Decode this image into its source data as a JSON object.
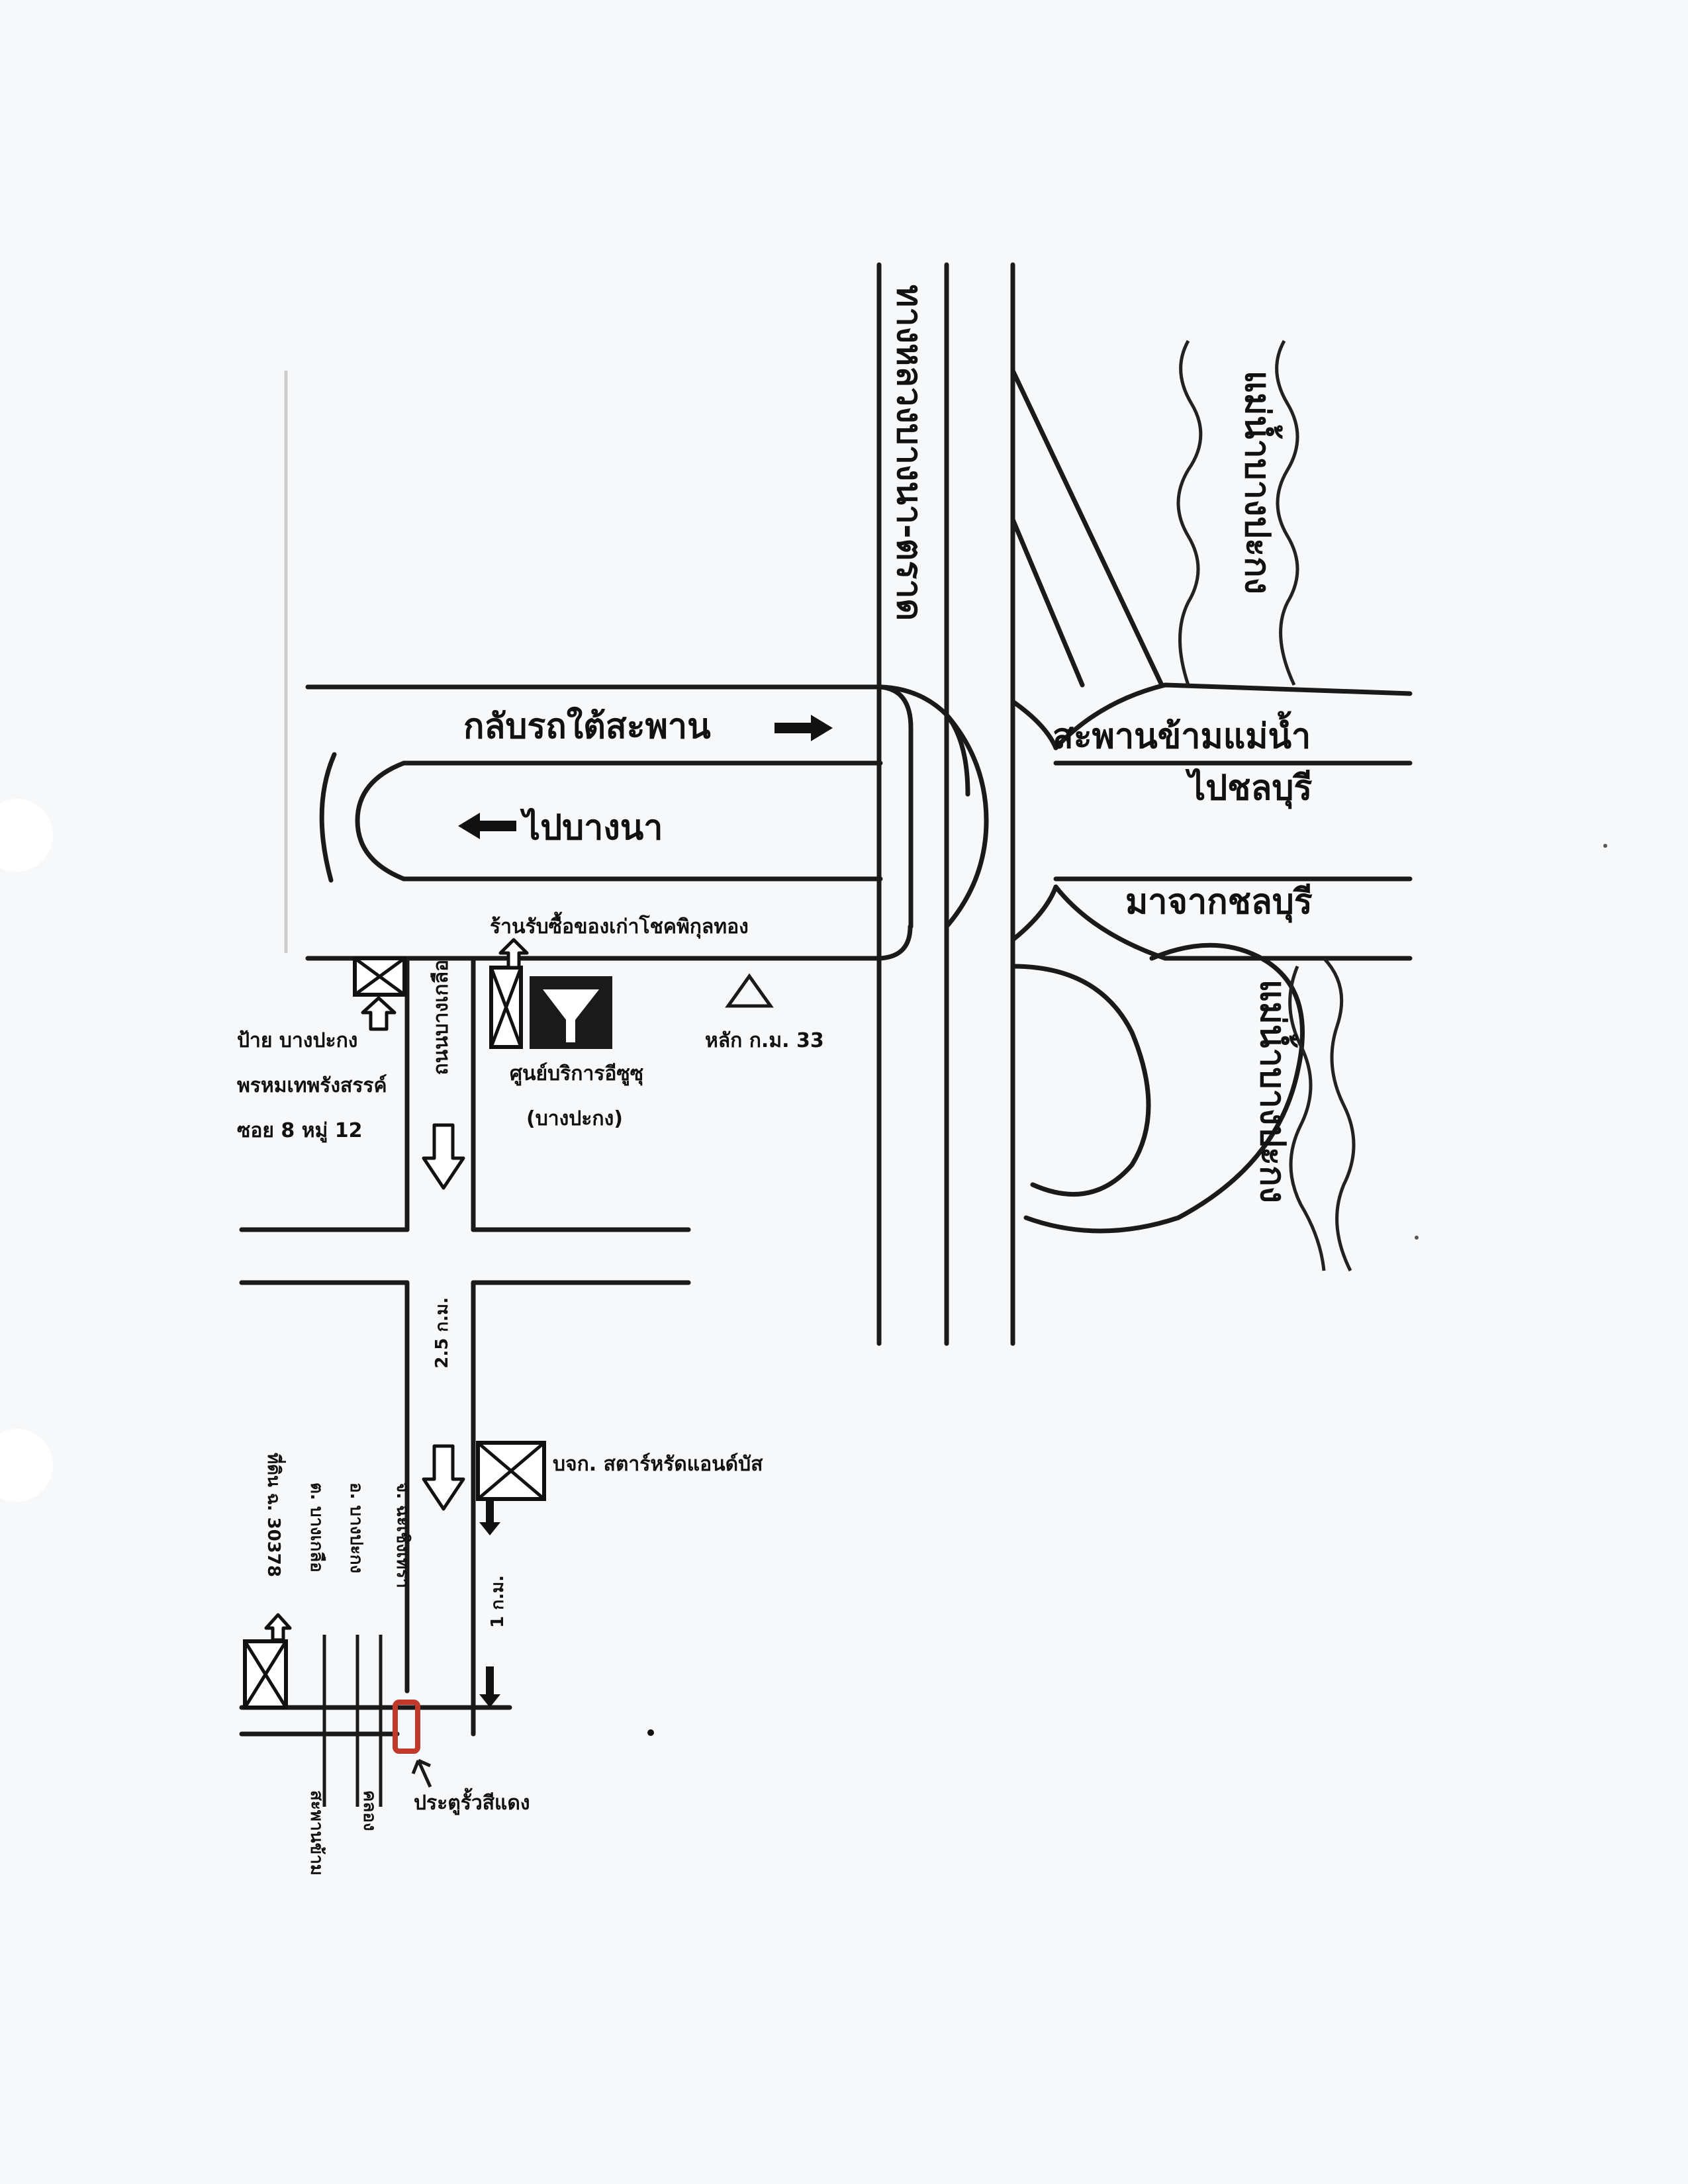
{
  "labels": {
    "highway_vertical": "ทางหลวงบางนา-ตราด",
    "river_top": "แม่น้ำบางปะกง",
    "river_bottom": "แม่น้ำบางปะกง",
    "u_turn_under_bridge": "กลับรถใต้สะพาน",
    "to_bangna": "ไปบางนา",
    "bridge_crossing": "สะพานข้ามแม่น้ำ",
    "to_chonburi": "ไปชลบุรี",
    "from_chonburi": "มาจากชลบุรี",
    "antique_shop": "ร้านรับซื้อของเก่าโชคพิกุลทอง",
    "km_marker": "หลัก ก.ม. 33",
    "service_center": "ศูนย์บริการอีซูซุ",
    "service_center_branch": "(บางปะกง)",
    "sign_line1": "ป้าย บางปะกง",
    "sign_line2": "พรหมเทพรังสรรค์",
    "sign_line3": "ซอย 8 หมู่ 12",
    "road_bangkluea": "ถนนบางเกลือ",
    "distance_1": "2.5 ก.ม.",
    "star_company": "บจก. สตาร์หรัดแอนด์บัส",
    "distance_2": "1 ก.ม.",
    "deed_number": "ที่ดิน ฉ. 30378",
    "tambon": "ต. บางเกลือ",
    "amphoe": "อ. บางปะกง",
    "changwat": "จ. ฉะเชิงเทรา",
    "red_gate": "ประตูรั้วสีแดง",
    "bridge_canal": "สะพานข้าม",
    "canal": "คลอง"
  },
  "colors": {
    "gate_marker": "#c0392b",
    "ink": "#111111",
    "paper": "#f7f8f9"
  },
  "icons": {
    "building_marker": "crossed-box-icon",
    "isuzu_marker": "isuzu-logo-icon",
    "km_marker": "triangle-icon",
    "direction_arrow": "hollow-arrow-icon",
    "gate": "red-gate-icon"
  }
}
